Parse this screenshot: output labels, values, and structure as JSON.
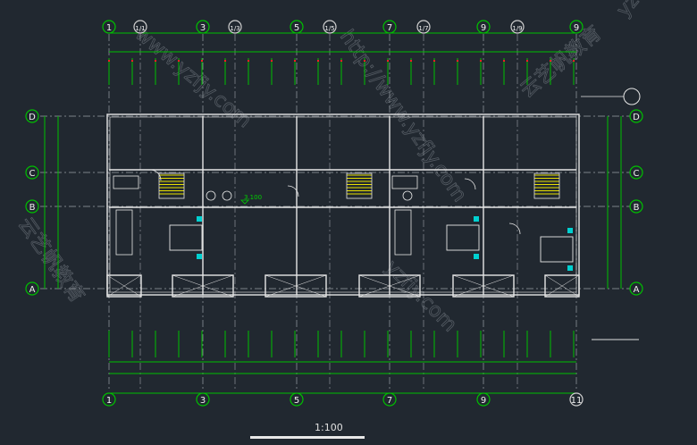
{
  "drawing": {
    "top_axes": [
      "1",
      "1/1",
      "3",
      "1/3",
      "5",
      "1/5",
      "7",
      "1/7",
      "9",
      "1/9",
      "9"
    ],
    "bottom_axes": [
      "1",
      "3",
      "5",
      "7",
      "9",
      "11"
    ],
    "row_axes": [
      "D",
      "C",
      "B",
      "A"
    ],
    "elevation_mark": "3.100",
    "scale_label": "1:100"
  },
  "watermarks": [
    "http://www.yzfjy.com",
    "www.yzfjy.com",
    "云艺帆教育",
    "yzfjy.com",
    "云艺帆教育",
    "yzfjy.com"
  ],
  "colors": {
    "background": "#212830",
    "axis": "#00c000",
    "wall": "#e6e6e6",
    "dim_tick": "#ff2020",
    "stair": "#e8e000",
    "fixture": "#00d0d0"
  }
}
